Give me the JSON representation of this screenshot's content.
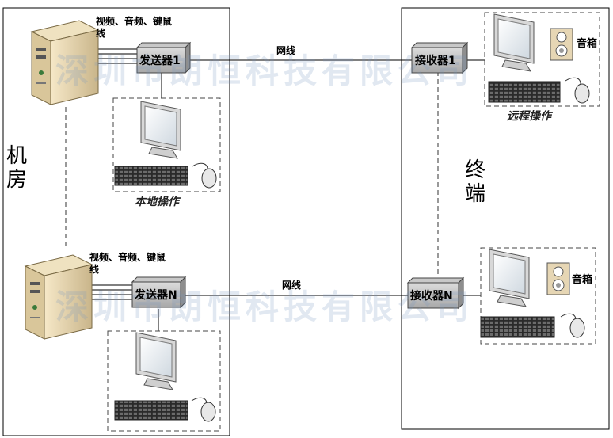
{
  "watermark": "深圳市朗恒科技有限公司",
  "regions": {
    "machine_room": "机房",
    "terminal": "终端"
  },
  "signals": "视频、音频、键鼠线",
  "network_label": "网线",
  "devices": {
    "sender_1": "发送器1",
    "sender_n": "发送器N",
    "receiver_1": "接收器1",
    "receiver_n": "接收器N"
  },
  "speaker_label": "音箱",
  "local_operation": "本地操作",
  "remote_operation": "远程操作"
}
